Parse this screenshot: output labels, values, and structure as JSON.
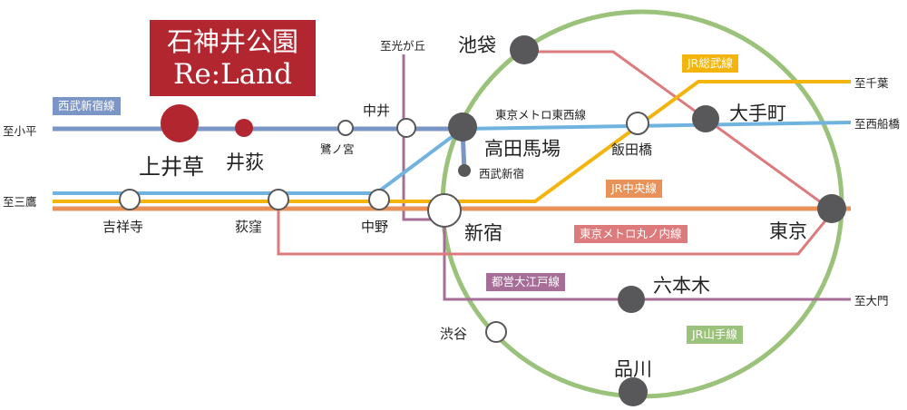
{
  "brand": {
    "line1": "石神井公園",
    "line2": "Re:Land"
  },
  "colors": {
    "seibu": "#7b95c6",
    "tozai": "#6fb3de",
    "sobu": "#f3b40d",
    "chuo": "#e8925a",
    "marunouchi": "#dc7a7c",
    "oedo": "#a66d97",
    "yamanote": "#9bc27a",
    "highlight": "#b1262f",
    "station_dark": "#58585a"
  },
  "line_tags": {
    "seibu_shinjuku": "西武新宿線",
    "tozai": "東京メトロ東西線",
    "sobu": "JR総武線",
    "chuo": "JR中央線",
    "marunouchi": "東京メトロ丸ノ内線",
    "oedo": "都営大江戸線",
    "yamanote": "JR山手線"
  },
  "destinations": {
    "kodaira": "至小平",
    "mitaka": "至三鷹",
    "hikarigaoka": "至光が丘",
    "chiba": "至千葉",
    "nishifunabashi": "至西船橋",
    "daimon": "至大門"
  },
  "stations": {
    "kamiigusa": "上井草",
    "iogi": "井荻",
    "saginomiya": "鷺ノ宮",
    "nakai": "中井",
    "takadanobaba": "高田馬場",
    "seibu_shinjuku": "西武新宿",
    "iidabashi": "飯田橋",
    "otemachi": "大手町",
    "tokyo": "東京",
    "shinjuku": "新宿",
    "nakano": "中野",
    "ogikubo": "荻窪",
    "kichijoji": "吉祥寺",
    "ikebukuro": "池袋",
    "roppongi": "六本木",
    "shibuya": "渋谷",
    "shinagawa": "品川"
  }
}
